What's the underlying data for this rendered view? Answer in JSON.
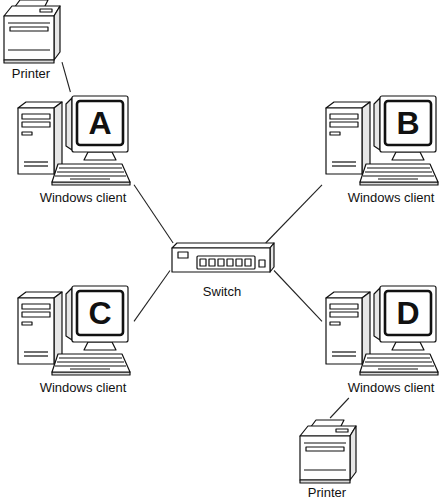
{
  "diagram": {
    "nodes": [
      {
        "text": [
          "Printer"
        ]
      },
      {
        "text": [
          "A",
          "Windows client"
        ]
      },
      {
        "text": [
          "B",
          "Windows client"
        ]
      },
      {
        "text": [
          "Switch"
        ]
      },
      {
        "text": [
          "C",
          "Windows client"
        ]
      },
      {
        "text": [
          "D",
          "Windows client"
        ]
      },
      {
        "text": [
          "Printer"
        ]
      }
    ],
    "edges": [
      {
        "from": 0,
        "to": 1,
        "arrow": "none"
      },
      {
        "from": 1,
        "to": 3,
        "arrow": "none"
      },
      {
        "from": 2,
        "to": 3,
        "arrow": "none"
      },
      {
        "from": 4,
        "to": 3,
        "arrow": "none"
      },
      {
        "from": 5,
        "to": 3,
        "arrow": "none"
      },
      {
        "from": 5,
        "to": 6,
        "arrow": "none"
      }
    ]
  }
}
